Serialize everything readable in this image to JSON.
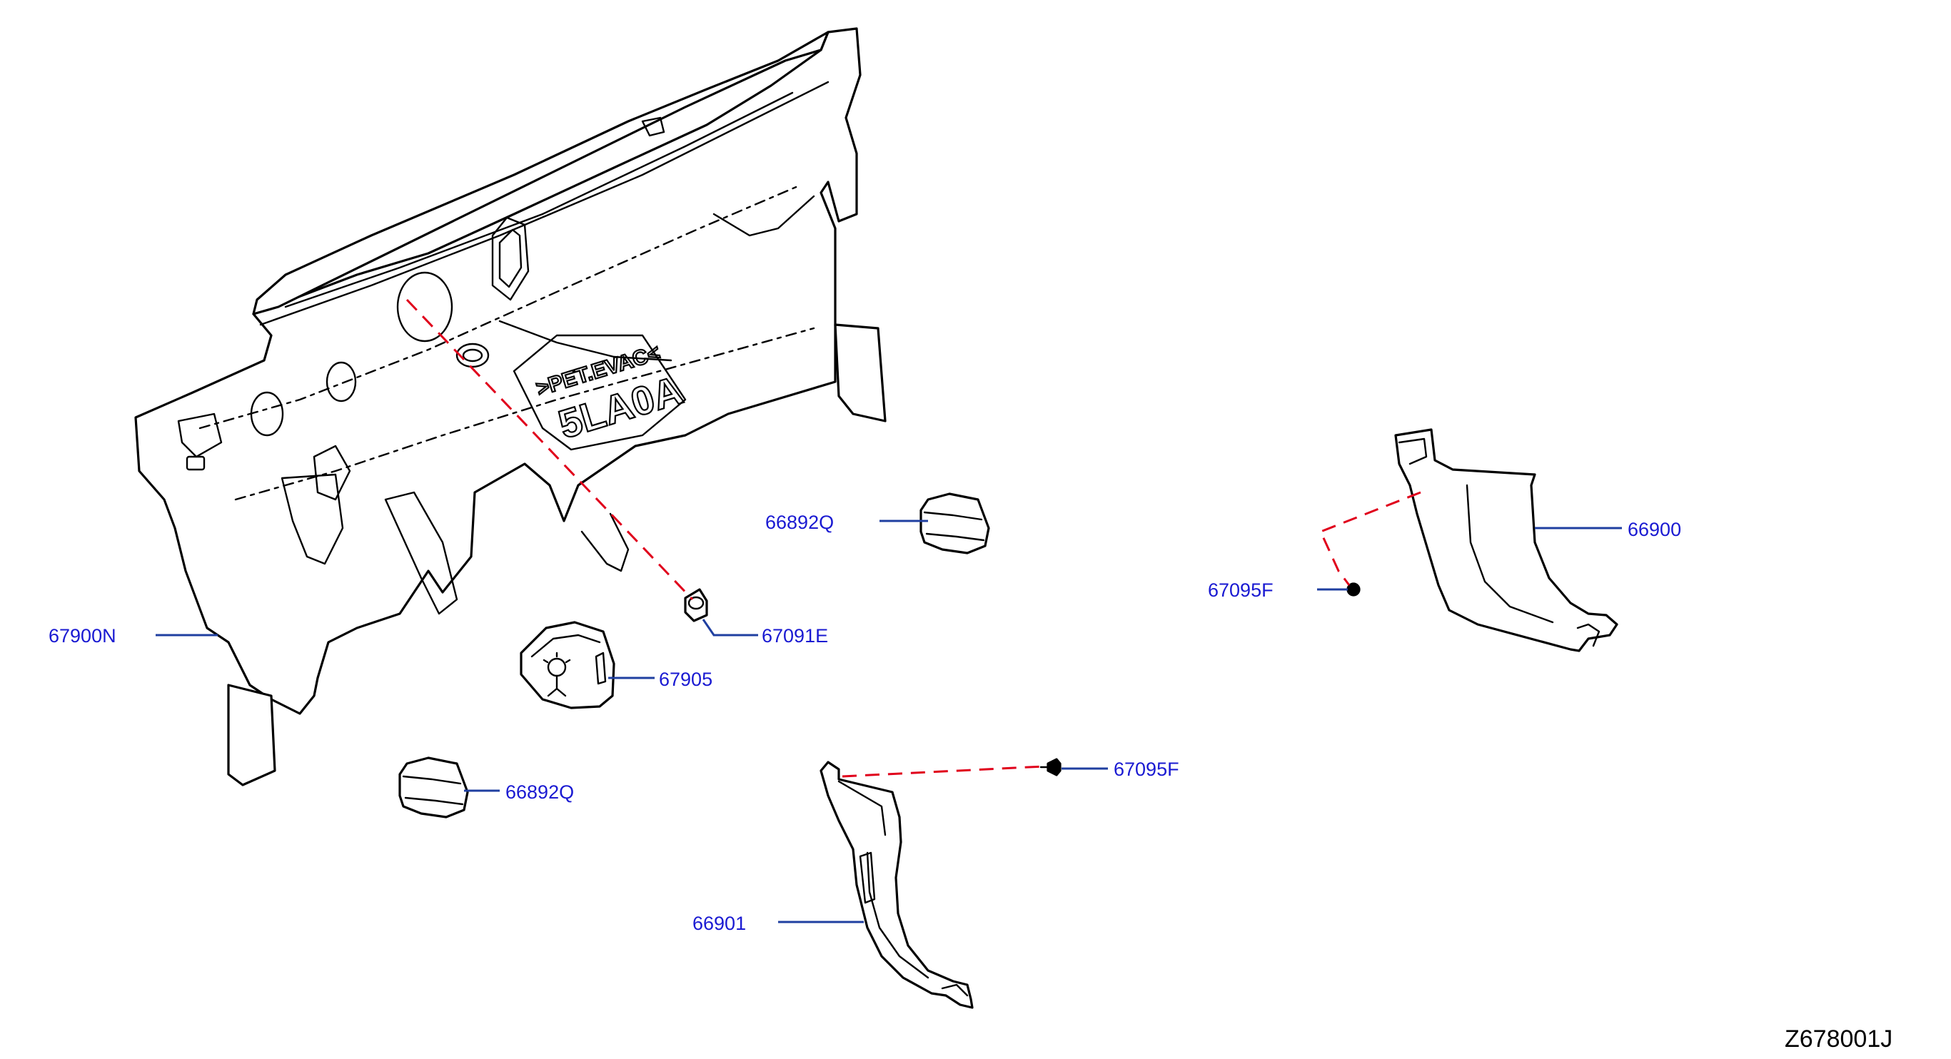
{
  "callouts": {
    "c_67900N": "67900N",
    "c_66892Q_upper": "66892Q",
    "c_67091E": "67091E",
    "c_67905": "67905",
    "c_66892Q_lower": "66892Q",
    "c_67095F_right": "67095F",
    "c_66900": "66900",
    "c_67095F_lower": "67095F",
    "c_66901": "66901"
  },
  "embossed": {
    "line1": ">PET.EVAC<",
    "line2": "5LA0A"
  },
  "diagram_ref": "Z678001J",
  "colors": {
    "callout_text": "#1a1ad2",
    "leader_line": "#1f3fa0",
    "install_path": "#e0001b",
    "outline": "#000000"
  }
}
